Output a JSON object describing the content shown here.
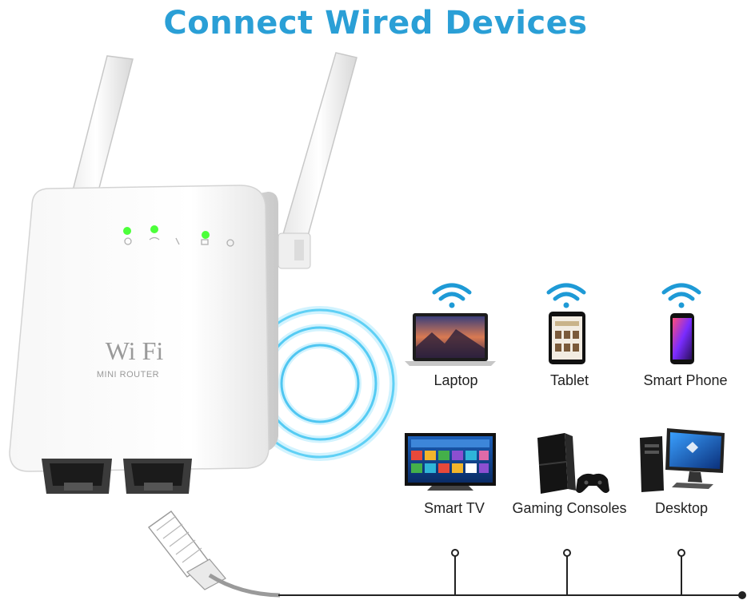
{
  "headline": "Connect Wired Devices",
  "router": {
    "logo_text": "Wi Fi",
    "sub_text": "MINI ROUTER"
  },
  "devices": {
    "wireless": [
      {
        "label": "Laptop",
        "icon": "laptop-icon"
      },
      {
        "label": "Tablet",
        "icon": "tablet-icon"
      },
      {
        "label": "Smart Phone",
        "icon": "smartphone-icon"
      }
    ],
    "wired": [
      {
        "label": "Smart TV",
        "icon": "tv-icon"
      },
      {
        "label": "Gaming Consoles",
        "icon": "console-icon"
      },
      {
        "label": "Desktop",
        "icon": "desktop-icon"
      }
    ]
  },
  "colors": {
    "headline": "#2a9fd6",
    "wifi_icon": "#1e9ad6",
    "signal_glow": "#5fd0f5",
    "led": "#4cff3a",
    "cable": "#222222"
  }
}
